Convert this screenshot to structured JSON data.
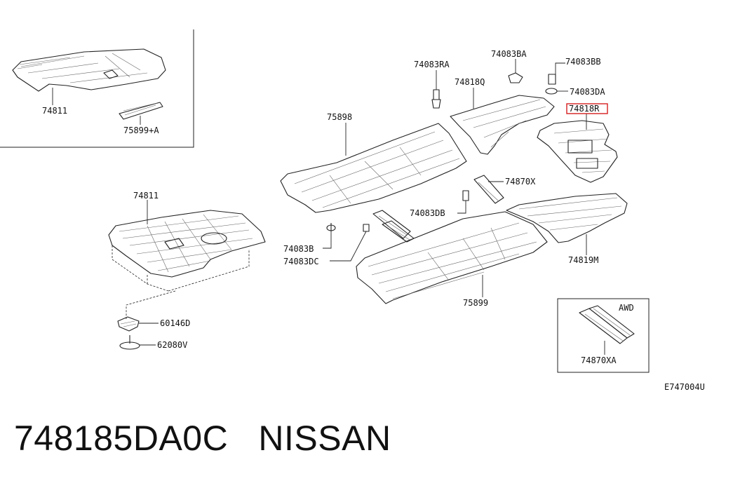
{
  "diagram_code": "E747004U",
  "caption": {
    "part_number": "748185DA0C",
    "brand": "NISSAN"
  },
  "inset_awd_label": "AWD",
  "labels": {
    "inset_cover": "74811",
    "inset_bracket": "75899+A",
    "main_cover": "74811",
    "center_cover": "75898",
    "rear_cover_left": "75899",
    "clip_b": "74083B",
    "clip_dc": "74083DC",
    "clip_db": "74083DB",
    "clip_ra": "74083RA",
    "clip_ba": "74083BA",
    "clip_bb": "74083BB",
    "clip_da": "74083DA",
    "side_cover_q": "74818Q",
    "side_cover_r": "74818R",
    "bracket_x": "74870X",
    "side_cover_m": "74819M",
    "bracket_xa": "74870XA",
    "nut": "60146D",
    "grommet": "62080V"
  },
  "highlight_color": "#d62020"
}
